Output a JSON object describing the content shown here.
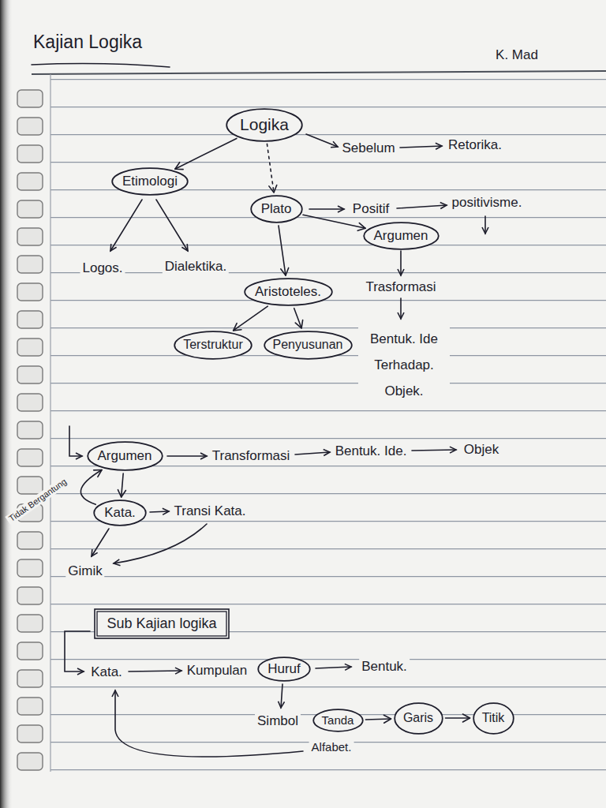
{
  "diagram": {
    "title": "Kajian Logika",
    "nodes": [
      {
        "text": [
          "Logika"
        ]
      },
      {
        "text": [
          "Etimologi"
        ]
      },
      {
        "text": [
          "Plato"
        ]
      },
      {
        "text": [
          "Argumen"
        ]
      },
      {
        "text": [
          "Aristoteles."
        ]
      },
      {
        "text": [
          "Terstruktur"
        ]
      },
      {
        "text": [
          "Penyusunan"
        ]
      },
      {
        "text": [
          "Argumen"
        ]
      },
      {
        "text": [
          "Kata."
        ]
      },
      {
        "text": [
          "Sub Kajian logika"
        ]
      },
      {
        "text": [
          "Huruf"
        ]
      },
      {
        "text": [
          "Tanda"
        ]
      },
      {
        "text": [
          "Garis"
        ]
      },
      {
        "text": [
          "Titik"
        ]
      }
    ],
    "edges": [
      {
        "from": 0,
        "to": 1,
        "arrow": "to"
      },
      {
        "from": 0,
        "to": 2,
        "arrow": "to"
      },
      {
        "from": 2,
        "to": 3,
        "arrow": "to"
      },
      {
        "from": 2,
        "to": 4,
        "arrow": "to"
      },
      {
        "from": 4,
        "to": 5,
        "arrow": "to"
      },
      {
        "from": 4,
        "to": 6,
        "arrow": "to"
      },
      {
        "from": 7,
        "to": 8,
        "arrow": "to"
      },
      {
        "from": 8,
        "to": 7,
        "arrow": "to"
      },
      {
        "from": 11,
        "to": 12,
        "arrow": "to"
      },
      {
        "from": 12,
        "to": 13,
        "arrow": "to"
      }
    ],
    "labels": [
      "K. Mad",
      "Sebelum",
      "Retorika.",
      "Logos.",
      "Dialektika.",
      "Positif",
      "positivisme.",
      "Trasformasi",
      "Bentuk. Ide Terhadap. Objek.",
      "Transformasi",
      "Bentuk. Ide.",
      "Objek",
      "Tidak Bergantung",
      "Transi Kata.",
      "Gimik",
      "Kata.",
      "Kumpulan",
      "Bentuk.",
      "Simbol",
      "Alfabet."
    ]
  }
}
